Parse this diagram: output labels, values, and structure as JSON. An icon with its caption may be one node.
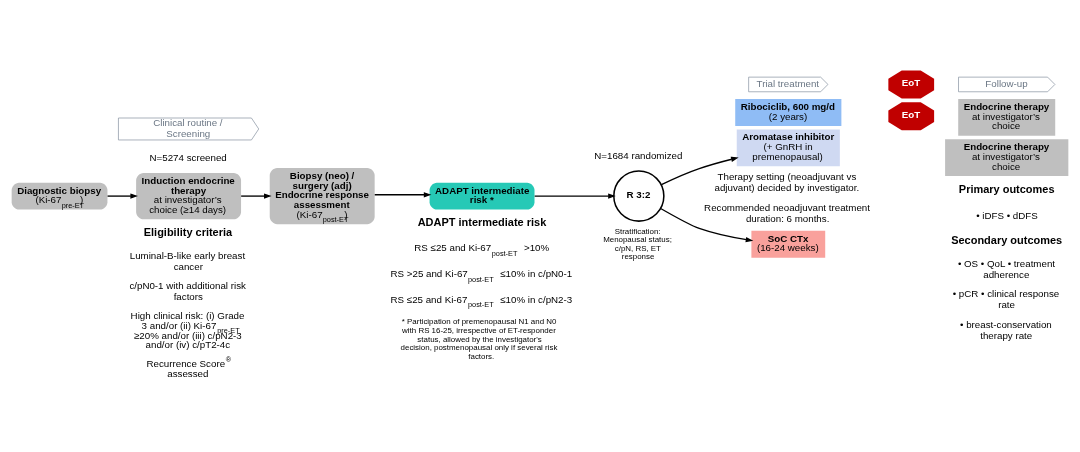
{
  "diagram": {
    "nodes": [
      {
        "text": [
          "Clinical routine / Screening"
        ]
      },
      {
        "text": [
          "Trial treatment"
        ]
      },
      {
        "text": [
          "Follow-up"
        ]
      },
      {
        "text": [
          "Diagnostic biopsy",
          "(Ki-67$_{pre-ET}$)"
        ]
      },
      {
        "text": [
          "Induction endocrine therapy",
          "at investigator’s choice (≥14 days)"
        ]
      },
      {
        "text": [
          "Biopsy (neo) / surgery (adj)",
          "Endocrine response assessment",
          "(Ki-67$_{post-ET}$)"
        ]
      },
      {
        "text": [
          "ADAPT intermediate risk *"
        ]
      },
      {
        "text": [
          "R 3:2"
        ],
        "beside": [
          "N=1684 randomized",
          "Stratification: Menopausal status; c/pN, RS, ET response"
        ]
      },
      {
        "text": [
          "Ribociclib, 600 mg/d",
          "(2 years)"
        ]
      },
      {
        "text": [
          "Aromatase inhibitor",
          "(+ GnRH in premenopausal)"
        ]
      },
      {
        "text": [
          "EoT"
        ]
      },
      {
        "text": [
          "Endocrine therapy",
          "at investigator’s choice"
        ]
      },
      {
        "text": [
          "SoC CTx",
          "(16-24 weeks)"
        ]
      },
      {
        "text": [
          "EoT"
        ]
      },
      {
        "text": [
          "Endocrine therapy",
          "at investigator’s choice"
        ]
      }
    ],
    "edges": [
      {
        "from": 3,
        "to": 4,
        "arrow": "to"
      },
      {
        "from": 4,
        "to": 5,
        "arrow": "to"
      },
      {
        "from": 5,
        "to": 6,
        "arrow": "to"
      },
      {
        "from": 6,
        "to": 7,
        "arrow": "to"
      },
      {
        "from": 7,
        "to": 9,
        "arrow": "to"
      },
      {
        "from": 7,
        "to": 12,
        "arrow": "to"
      }
    ],
    "labels": [
      "N=5274 screened",
      "Therapy setting (neoadjuvant vs adjuvant) decided by investigator.",
      "Recommended neoadjuvant treatment duration: 6 months.",
      "Eligibility criteria",
      "Luminal-B-like early breast cancer",
      "c/pN0-1 with additional risk factors",
      "High clinical risk: (i) Grade 3 and/or (ii) Ki-67$_{pre-ET}$ ≥20% and/or (iii) c/pN2-3 and/or (iv) c/pT2-4c",
      "Recurrence Score$^{®}$ assessed",
      "ADAPT intermediate risk",
      "RS ≤25 and Ki-67$_{post-ET}$ >10%",
      "RS >25 and Ki-67$_{post-ET}$ ≤10% in c/pN0-1",
      "RS ≤25 and Ki-67$_{post-ET}$ ≤10% in c/pN2-3",
      "* Participation of premenopausal N1 and N0 with RS 16-25, irrespective of ET-responder status, allowed by the investigator's decision, postmenopausal only if several risk factors.",
      "Primary outcomes",
      "• iDFS • dDFS",
      "Secondary outcomes",
      "• OS • QoL • treatment adherence",
      "• pCR • clinical response rate",
      "• breast-conservation therapy rate"
    ]
  }
}
